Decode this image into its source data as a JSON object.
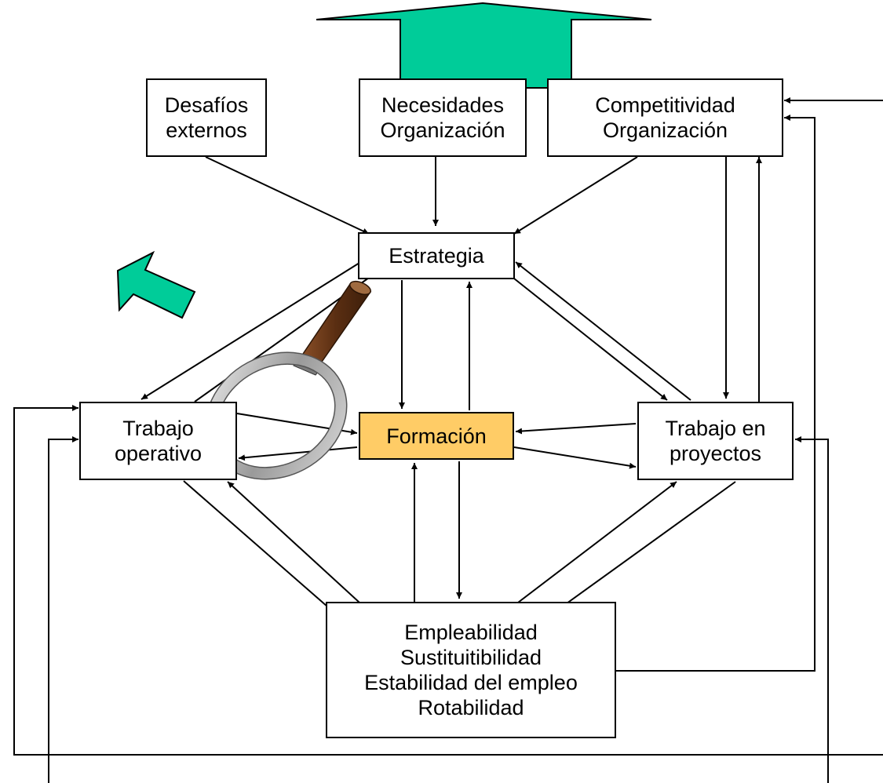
{
  "diagram": {
    "nodes": {
      "desafios": {
        "lines": [
          "Desafíos",
          "externos"
        ]
      },
      "necesidades": {
        "lines": [
          "Necesidades",
          "Organización"
        ]
      },
      "competitividad": {
        "lines": [
          "Competitividad",
          "Organización"
        ]
      },
      "estrategia": {
        "lines": [
          "Estrategia"
        ]
      },
      "trabajo_operativo": {
        "lines": [
          "Trabajo",
          "operativo"
        ]
      },
      "formacion": {
        "lines": [
          "Formación"
        ]
      },
      "trabajo_proyectos": {
        "lines": [
          "Trabajo en",
          "proyectos"
        ]
      },
      "empleabilidad": {
        "lines": [
          "Empleabilidad",
          "Sustituitibilidad",
          "Estabilidad del empleo",
          "Rotabilidad"
        ]
      }
    },
    "icons": [
      "big-up-arrow-icon",
      "diagonal-arrow-icon",
      "magnifying-glass-icon"
    ],
    "colors": {
      "highlight_fill": "#ffcc66",
      "arrow_fill": "#00cc99",
      "line": "#000000",
      "glass_handle": "#6b3a1c",
      "glass_rim": "#b0b0b0"
    }
  }
}
